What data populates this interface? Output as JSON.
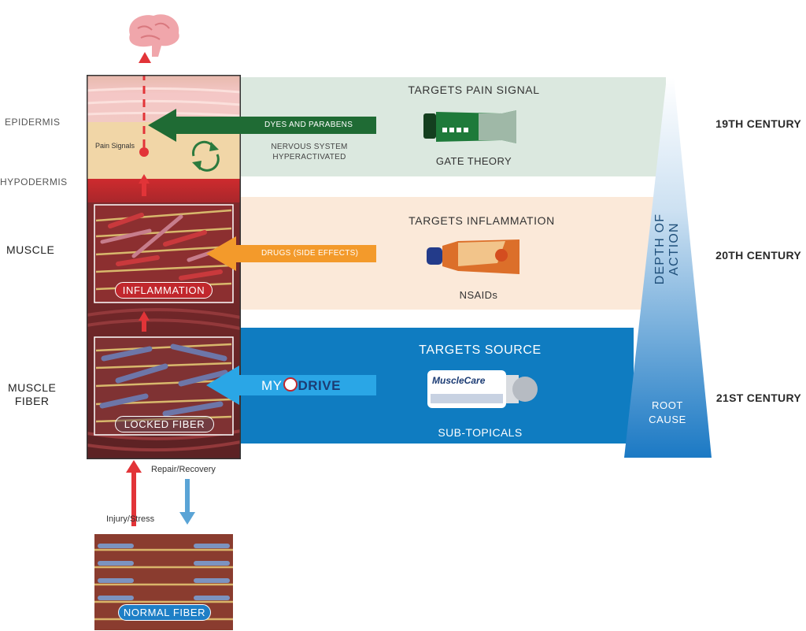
{
  "layers": {
    "epidermis": "EPIDERMIS",
    "hypodermis": "HYPODERMIS",
    "muscle": "MUSCLE",
    "muscle_fiber_1": "MUSCLE",
    "muscle_fiber_2": "FIBER"
  },
  "centuries": {
    "c19": "19TH CENTURY",
    "c20": "20TH CENTURY",
    "c21": "21ST CENTURY"
  },
  "bands": {
    "pain": {
      "title": "TARGETS PAIN SIGNAL",
      "subtitle": "GATE THEORY",
      "arrow_label": "DYES AND PARABENS",
      "note_1": "NERVOUS SYSTEM",
      "note_2": "HYPERACTIVATED",
      "color": "#dbe8df",
      "arrow_color": "#1f6b34"
    },
    "inflammation": {
      "title": "TARGETS INFLAMMATION",
      "subtitle": "NSAIDs",
      "arrow_label": "DRUGS (SIDE EFFECTS)",
      "color": "#fbe9d9",
      "arrow_color": "#f39a2b"
    },
    "source": {
      "title": "TARGETS SOURCE",
      "subtitle": "SUB-TOPICALS",
      "brand_prefix": "MY",
      "brand_suffix": "DRIVE",
      "product": "MuscleCare",
      "color": "#0f7cc1",
      "arrow_color": "#2aa6e6"
    }
  },
  "column": {
    "pain_signals": "Pain Signals",
    "inflammation": "INFLAMMATION",
    "locked_fiber": "LOCKED FIBER"
  },
  "lower": {
    "repair": "Repair/Recovery",
    "injury": "Injury/Stress",
    "normal_fiber": "NORMAL FIBER"
  },
  "depth": {
    "label": "DEPTH OF ACTION",
    "root_1": "ROOT",
    "root_2": "CAUSE"
  }
}
